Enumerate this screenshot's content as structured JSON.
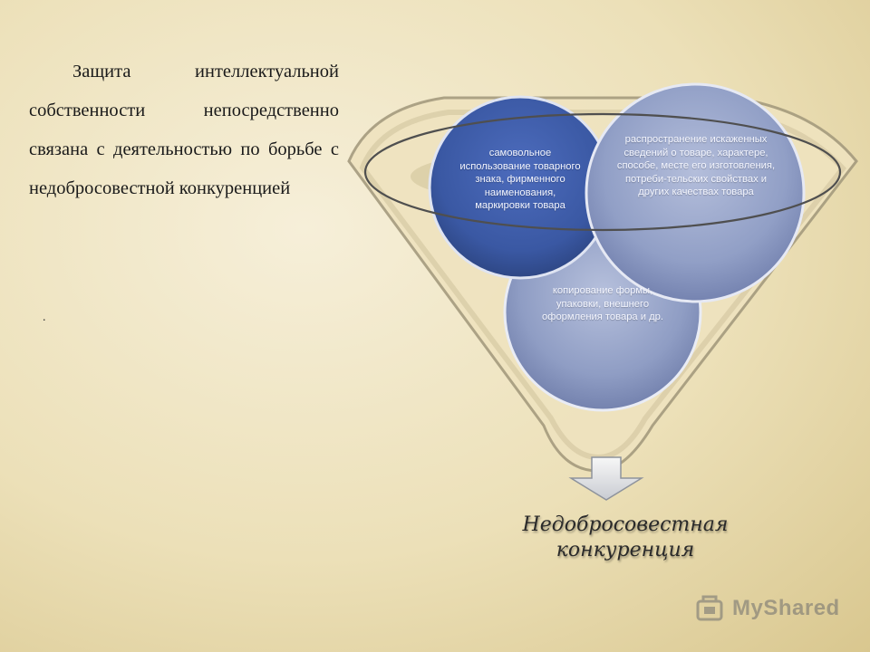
{
  "text": {
    "paragraph": "Защита интеллектуальной собственности непосредственно связана с деятельностью по борьбе с недобросовестной конкуренцией",
    "dot": "."
  },
  "diagram": {
    "circles": [
      {
        "id": "left",
        "text": "самовольное использование товарного знака, фирменного наименования, маркировки товара"
      },
      {
        "id": "right",
        "text": "распространение искаженных сведений о товаре, характере, способе, месте его изготовления, потреби-тельских свойствах и других качествах товара"
      },
      {
        "id": "bottom",
        "text": "копирование формы, упаковки, внешнего оформления товара и др."
      }
    ],
    "result": "Недобросовестная конкуренция"
  },
  "watermark": {
    "text": "MyShared"
  },
  "colors": {
    "circle_dark": "#3d5aa6",
    "circle_light": "#98a6c9",
    "funnel_fill": "#efe3bf",
    "funnel_stroke": "#9a8f73"
  }
}
